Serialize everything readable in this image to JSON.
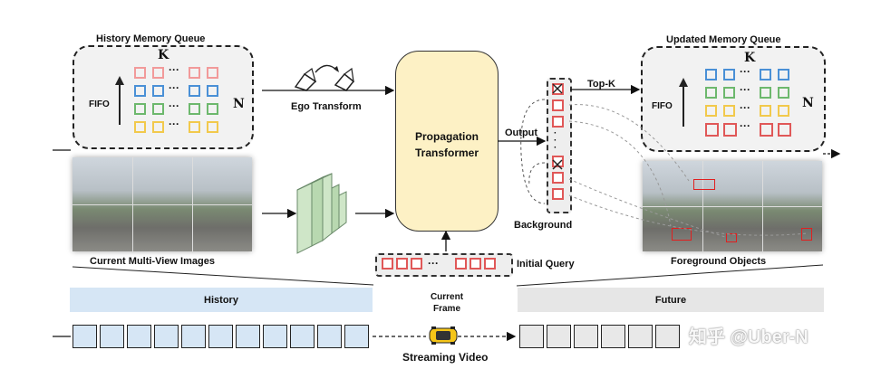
{
  "labels": {
    "history_memory_queue": "History Memory Queue",
    "updated_memory_queue": "Updated Memory Queue",
    "k_left": "K",
    "n_left": "N",
    "k_right": "K",
    "n_right": "N",
    "fifo_left": "FIFO",
    "fifo_right": "FIFO",
    "ego_transform": "Ego Transform",
    "propagation_transformer_line1": "Propagation",
    "propagation_transformer_line2": "Transformer",
    "output": "Output",
    "top_k": "Top-K",
    "background": "Background",
    "initial_query": "Initial Query",
    "current_multi_view_images": "Current Multi-View Images",
    "foreground_objects": "Foreground Objects",
    "history": "History",
    "future": "Future",
    "current_frame_line1": "Current",
    "current_frame_line2": "Frame",
    "streaming_video": "Streaming Video",
    "ellipsis": "···",
    "watermark": "知乎 @Uber-N"
  },
  "colors": {
    "queue_rows": [
      "#f29a9a",
      "#4a90d6",
      "#6db86d",
      "#f2c94c"
    ],
    "updated_rows": [
      "#4a90d6",
      "#6db86d",
      "#f2c94c",
      "#e05858"
    ],
    "query_red": "#e05858",
    "transformer_fill": "#fdf1c5",
    "history_band": "#d6e6f5",
    "future_band": "#e6e6e6",
    "history_frame_fill": "#d6e6f5",
    "future_frame_fill": "#e8e8e8"
  }
}
